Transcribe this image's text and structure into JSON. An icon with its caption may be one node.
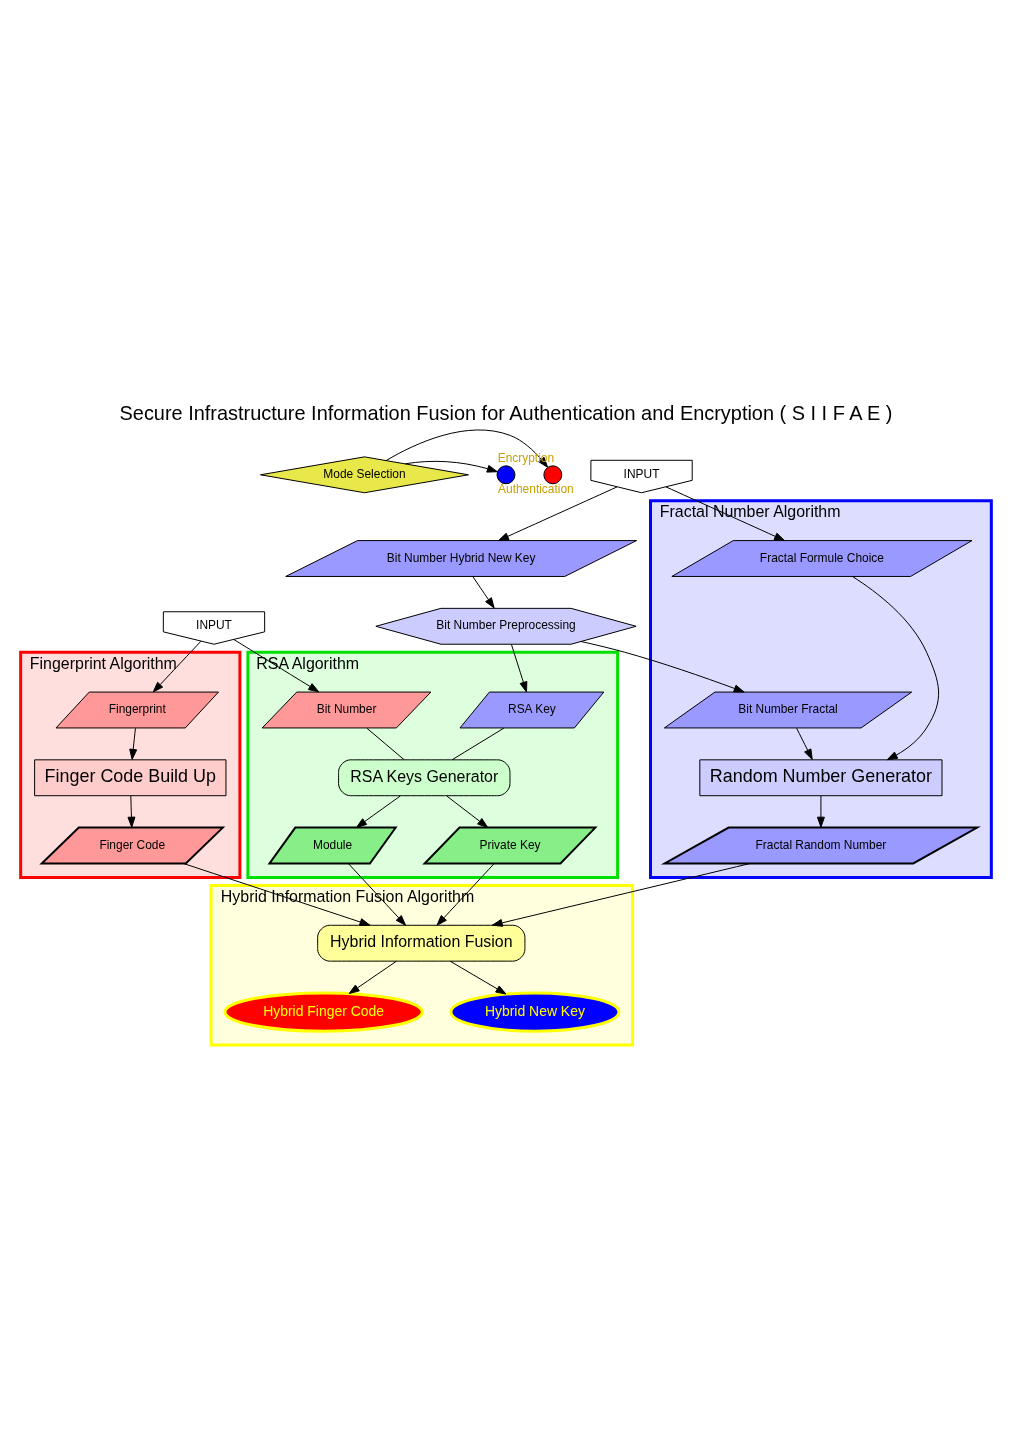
{
  "diagram": {
    "title": "Secure Infrastructure Information Fusion for Authentication and Encryption ( S I I F A E )",
    "nodes": [
      {
        "text": [
          "Mode Selection"
        ]
      },
      {
        "text": [],
        "shape": "circle",
        "beside": [
          "Authentication"
        ]
      },
      {
        "text": [],
        "shape": "circle",
        "beside": [
          "Encryption"
        ]
      },
      {
        "text": [
          "INPUT"
        ]
      },
      {
        "text": [
          "INPUT"
        ]
      },
      {
        "text": [
          "Fingerprint Algorithm"
        ]
      },
      {
        "text": [
          "Fingerprint"
        ],
        "in": 5
      },
      {
        "text": [
          "Finger Code Build Up"
        ],
        "in": 5
      },
      {
        "text": [
          "Finger Code"
        ],
        "in": 5
      },
      {
        "text": [
          "RSA Algorithm"
        ]
      },
      {
        "text": [
          "Bit Number"
        ],
        "in": 9
      },
      {
        "text": [
          "RSA Key"
        ],
        "in": 9
      },
      {
        "text": [
          "RSA Keys Generator"
        ],
        "in": 9
      },
      {
        "text": [
          "Module"
        ],
        "in": 9
      },
      {
        "text": [
          "Private Key"
        ],
        "in": 9
      },
      {
        "text": [
          "Bit Number Hybrid New Key"
        ]
      },
      {
        "text": [
          "Bit Number Preprocessing"
        ]
      },
      {
        "text": [
          "Fractal Number Algorithm"
        ]
      },
      {
        "text": [
          "Fractal Formule Choice"
        ],
        "in": 17
      },
      {
        "text": [
          "Bit Number Fractal"
        ],
        "in": 17
      },
      {
        "text": [
          "Random Number Generator"
        ],
        "in": 17
      },
      {
        "text": [
          "Fractal Random Number"
        ],
        "in": 17
      },
      {
        "text": [
          "Hybrid Information Fusion Algorithm"
        ]
      },
      {
        "text": [
          "Hybrid Information Fusion"
        ],
        "in": 22
      },
      {
        "text": [
          "Hybrid Finger Code"
        ],
        "in": 22
      },
      {
        "text": [
          "Hybrid New Key"
        ],
        "in": 22
      }
    ],
    "edges": [
      {
        "from": 0,
        "to": 1,
        "arrow": "to"
      },
      {
        "from": 0,
        "to": 2,
        "arrow": "to"
      },
      {
        "from": 3,
        "to": 6,
        "arrow": "to"
      },
      {
        "from": 3,
        "to": 10,
        "arrow": "to"
      },
      {
        "from": 4,
        "to": 15,
        "arrow": "to"
      },
      {
        "from": 4,
        "to": 18,
        "arrow": "to"
      },
      {
        "from": 6,
        "to": 7,
        "arrow": "to"
      },
      {
        "from": 7,
        "to": 8,
        "arrow": "to"
      },
      {
        "from": 15,
        "to": 16,
        "arrow": "to"
      },
      {
        "from": 16,
        "to": 11,
        "arrow": "to"
      },
      {
        "from": 16,
        "to": 19,
        "arrow": "to"
      },
      {
        "from": 10,
        "to": 12,
        "arrow": "none"
      },
      {
        "from": 11,
        "to": 12,
        "arrow": "none"
      },
      {
        "from": 12,
        "to": 13,
        "arrow": "to"
      },
      {
        "from": 12,
        "to": 14,
        "arrow": "to"
      },
      {
        "from": 18,
        "to": 20,
        "arrow": "to"
      },
      {
        "from": 19,
        "to": 20,
        "arrow": "to"
      },
      {
        "from": 20,
        "to": 21,
        "arrow": "to"
      },
      {
        "from": 8,
        "to": 23,
        "arrow": "to"
      },
      {
        "from": 13,
        "to": 23,
        "arrow": "to"
      },
      {
        "from": 14,
        "to": 23,
        "arrow": "to"
      },
      {
        "from": 21,
        "to": 23,
        "arrow": "to"
      },
      {
        "from": 23,
        "to": 24,
        "arrow": "to"
      },
      {
        "from": 23,
        "to": 25,
        "arrow": "to"
      }
    ]
  }
}
